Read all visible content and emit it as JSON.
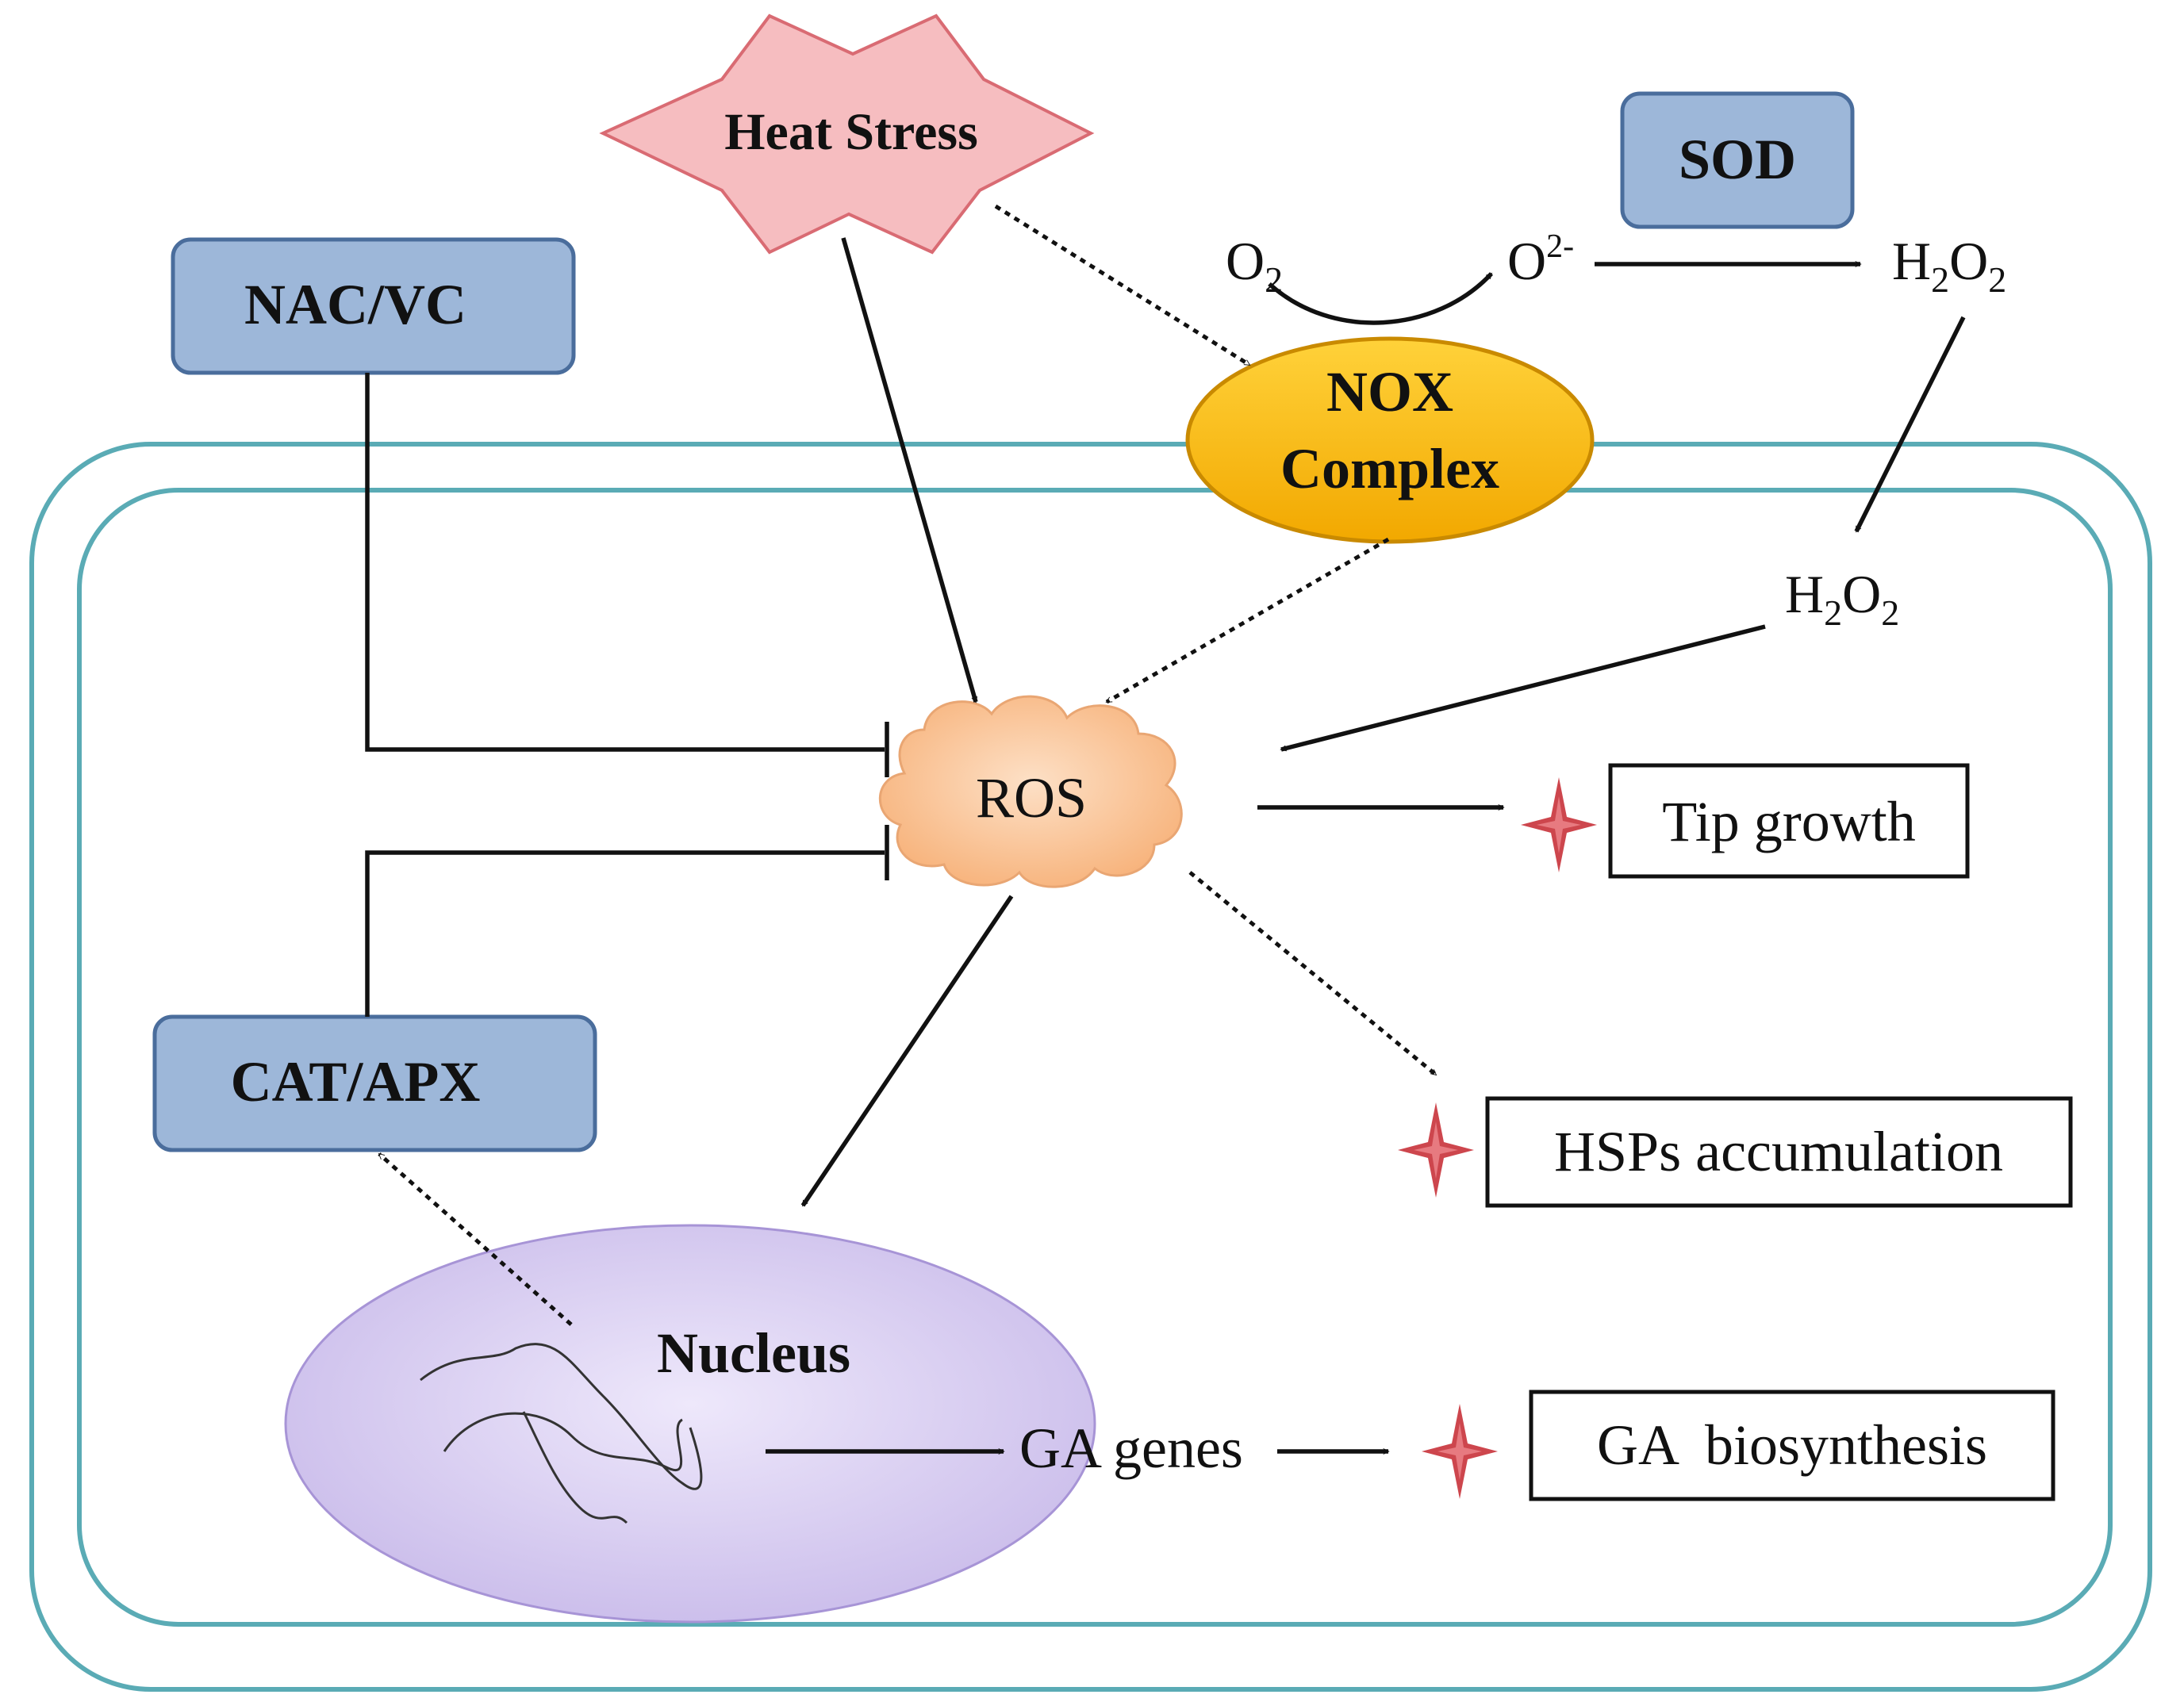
{
  "nodes": {
    "heat_stress": "Heat Stress",
    "sod": "SOD",
    "nac_vc": "NAC/VC",
    "nox_line1": "NOX",
    "nox_line2": "Complex",
    "ros": "ROS",
    "cat_apx": "CAT/APX",
    "nucleus": "Nucleus",
    "ga_genes": "GA genes",
    "tip_growth": "Tip growth",
    "hsps": "HSPs accumulation",
    "ga_biosynthesis": "GA  biosynthesis"
  },
  "chemistry": {
    "o2": {
      "base": "O",
      "sub": "2"
    },
    "superoxide": {
      "base": "O",
      "sup": "2-"
    },
    "h2o2_outside": {
      "h": "H",
      "sub1": "2",
      "o": "O",
      "sub2": "2"
    },
    "h2o2_inside": {
      "h": "H",
      "sub1": "2",
      "o": "O",
      "sub2": "2"
    }
  },
  "colors": {
    "membrane": "#5aabb5",
    "blue_box_fill": "#9db7d9",
    "blue_box_stroke": "#4a6d9c",
    "heat_fill": "#f6bdc0",
    "heat_stroke": "#d96b73",
    "nox_fill": "#f5b800",
    "nox_stroke": "#c98a00",
    "ros_fill": "#fbc79a",
    "nucleus_fill": "#d8cdef",
    "sparkle": "#c8323a"
  },
  "icons": [
    "sparkle-icon",
    "chromatin-squiggle"
  ]
}
